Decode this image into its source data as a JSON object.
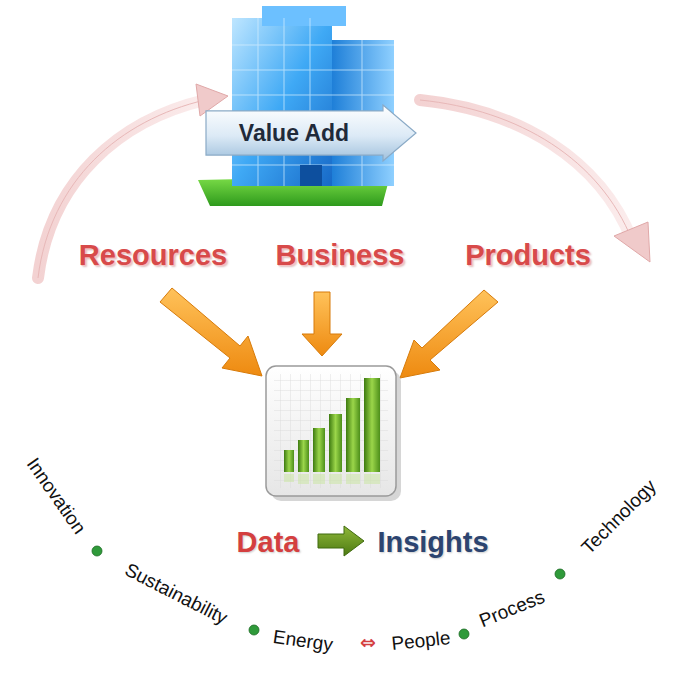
{
  "diagram": {
    "nodes": [
      {
        "text": [
          "Value Add"
        ]
      }
    ],
    "labels": [
      "Resources",
      "Business",
      "Products",
      "Data",
      "Insights",
      "Innovation",
      "Sustainability",
      "Energy",
      "⇔",
      "People",
      "Process",
      "Technology"
    ]
  }
}
